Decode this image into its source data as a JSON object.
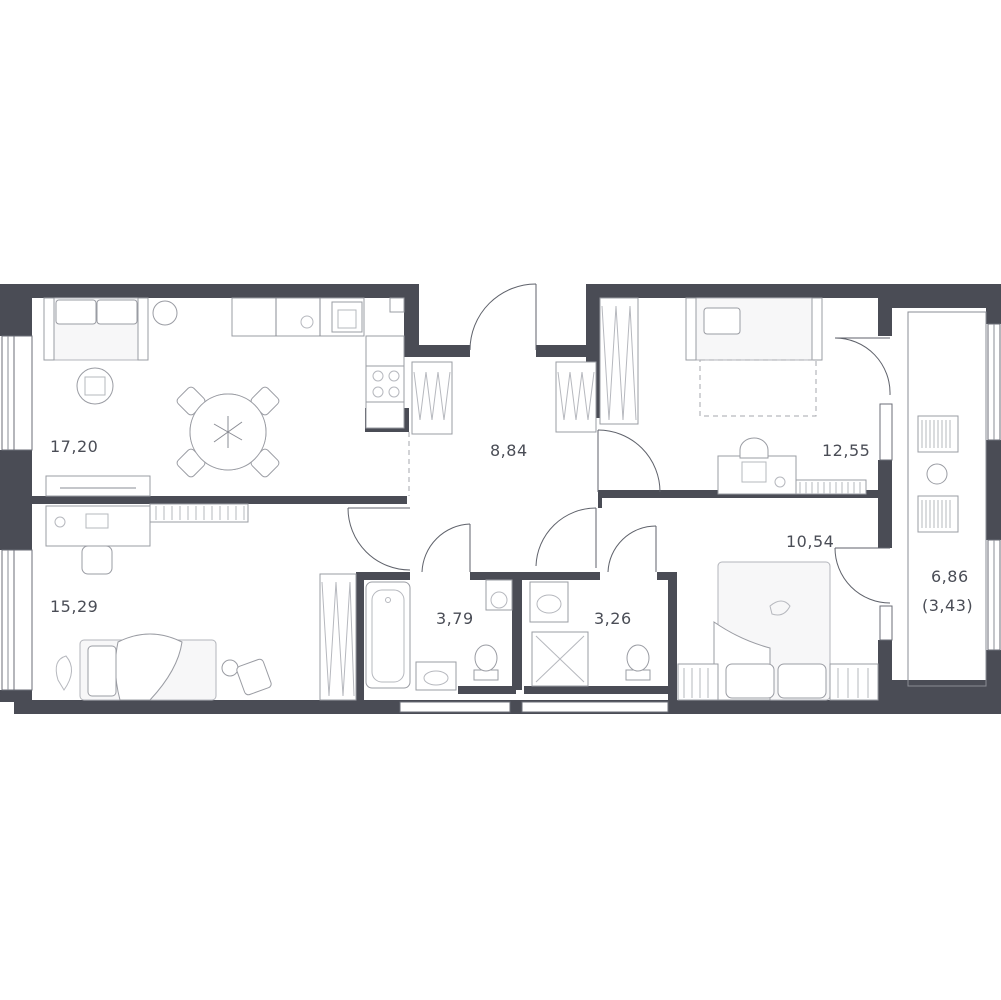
{
  "floorplan": {
    "rooms": [
      {
        "id": "kitchen-living",
        "area": "17,20"
      },
      {
        "id": "hallway",
        "area": "8,84"
      },
      {
        "id": "bedroom-top-right",
        "area": "12,55"
      },
      {
        "id": "bedroom-right",
        "area": "10,54"
      },
      {
        "id": "balcony",
        "area": "6,86",
        "area_reduced": "(3,43)"
      },
      {
        "id": "bedroom-left",
        "area": "15,29"
      },
      {
        "id": "bathroom",
        "area": "3,79"
      },
      {
        "id": "shower-room",
        "area": "3,26"
      }
    ],
    "colors": {
      "wall": "#4a4c55",
      "text": "#4a4d56",
      "furniture": "#9a9ca3"
    }
  }
}
